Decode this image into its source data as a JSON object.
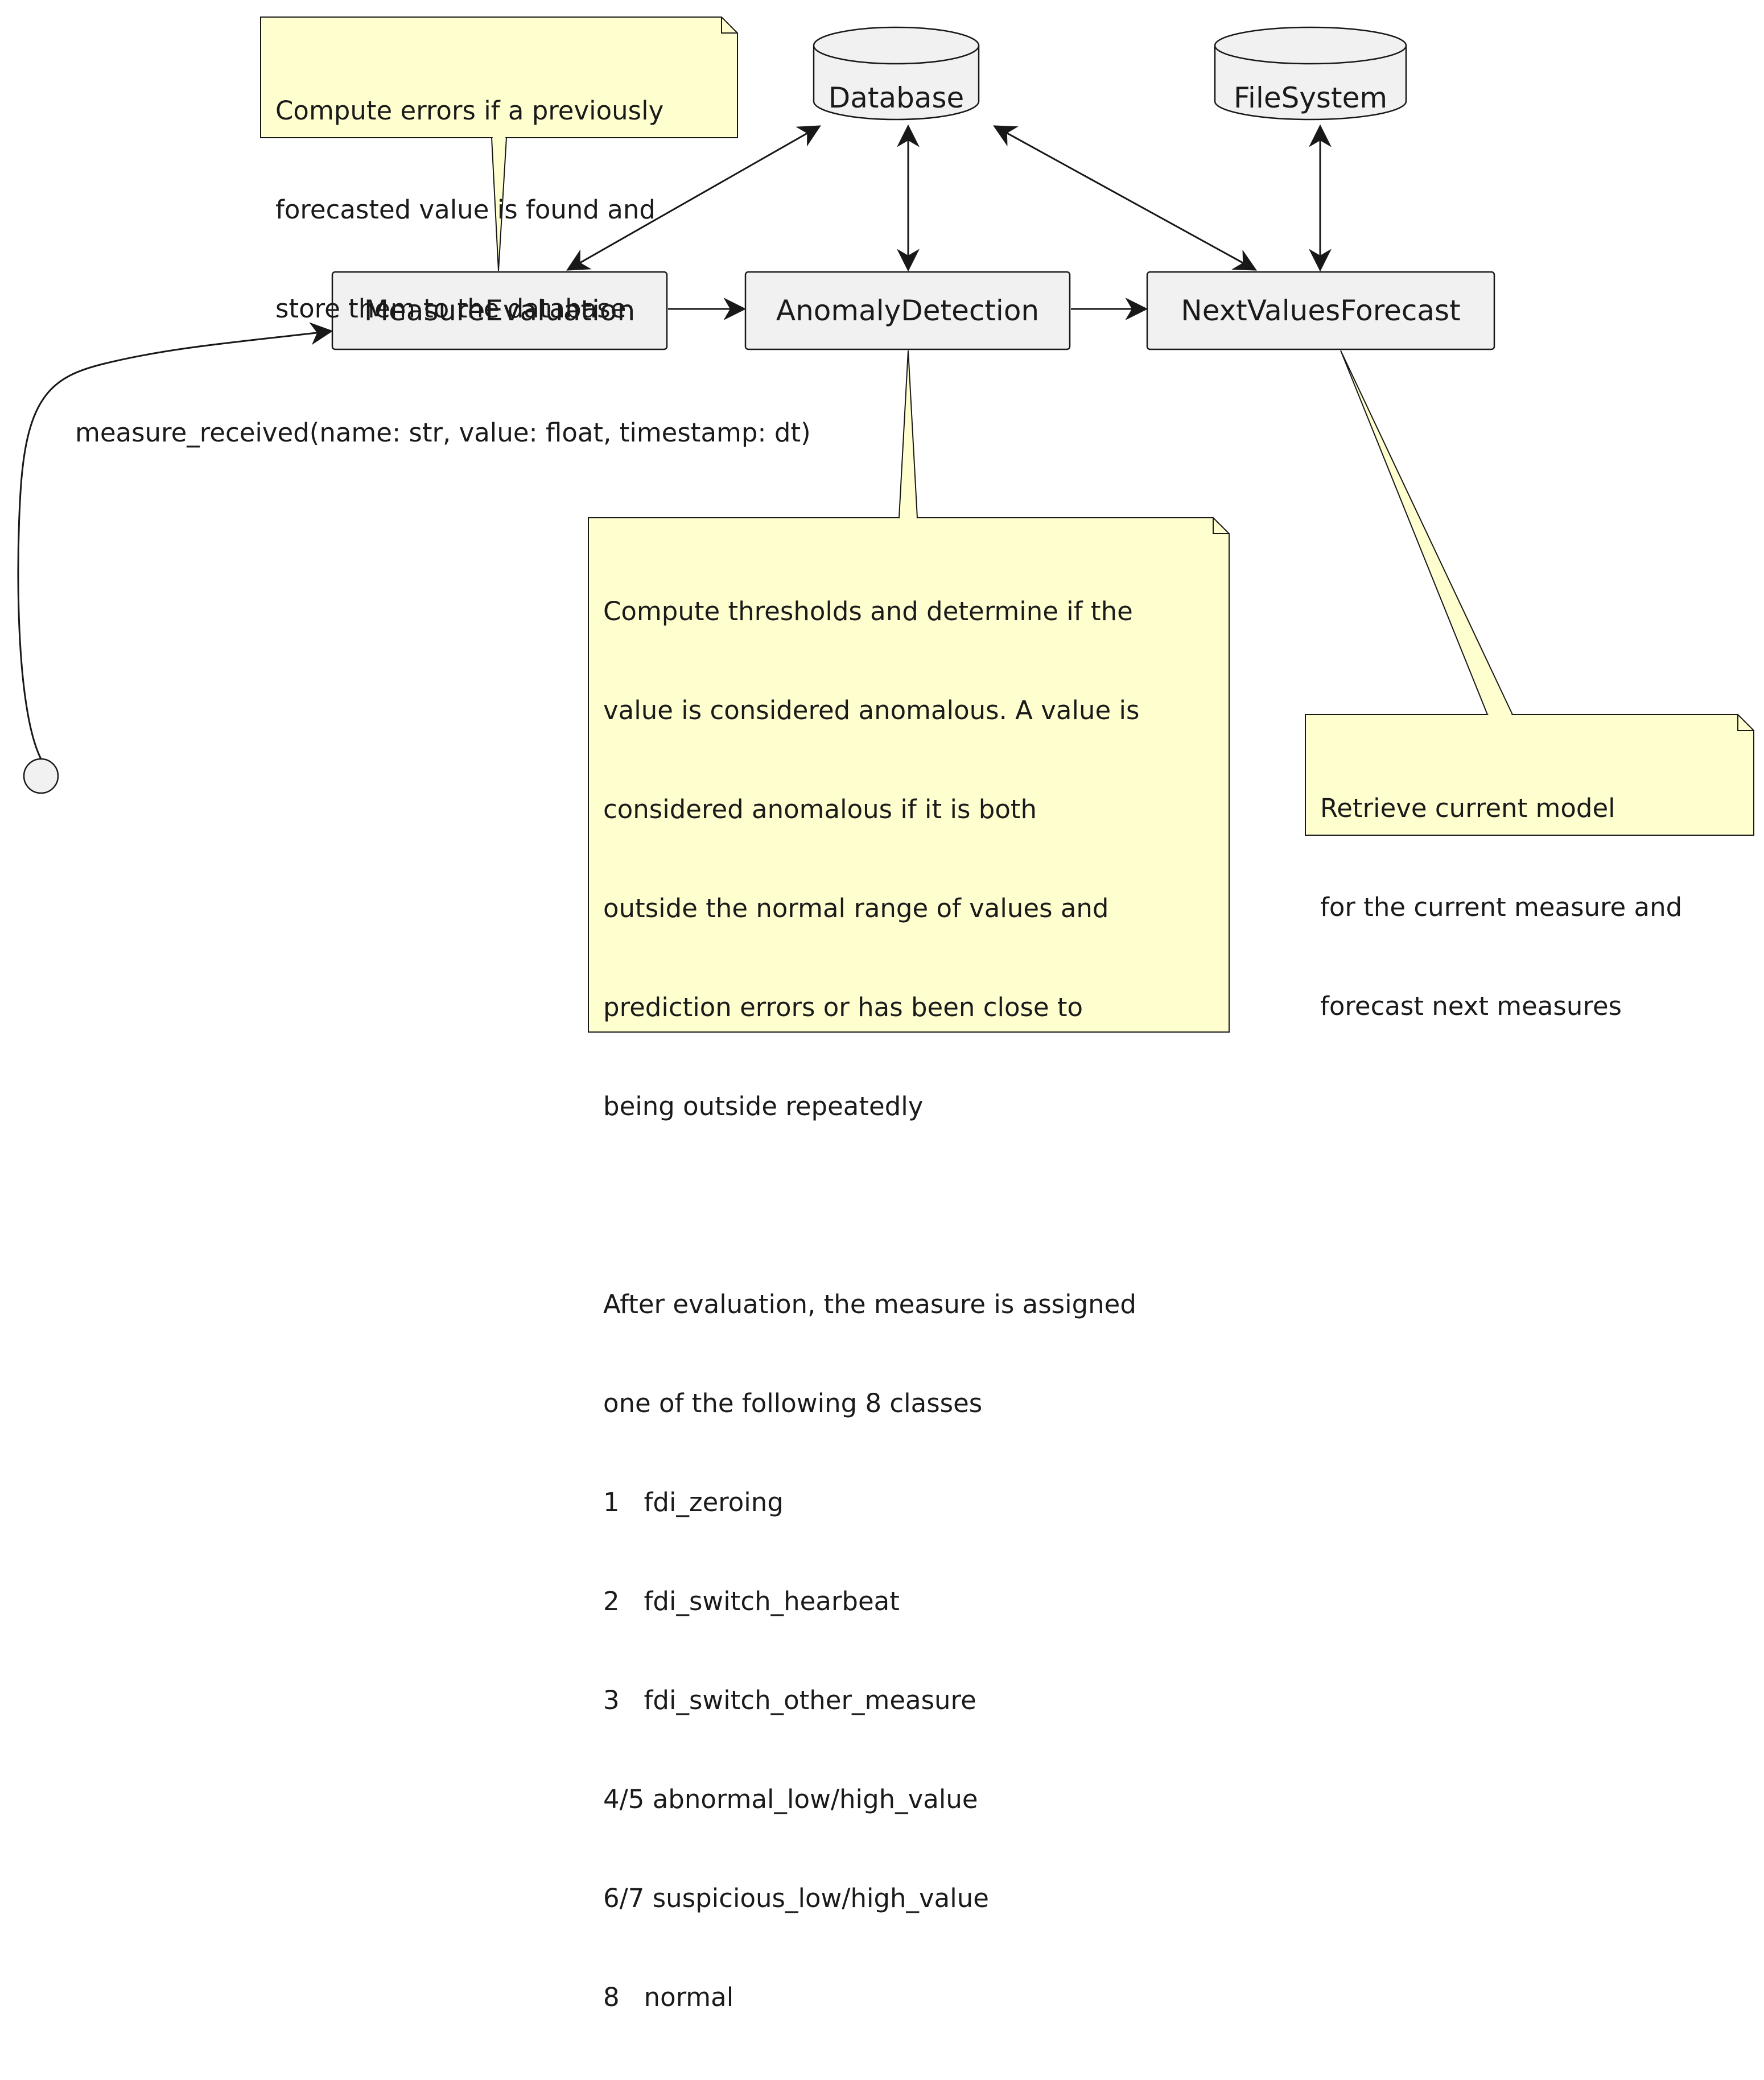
{
  "nodes": {
    "database": "Database",
    "filesystem": "FileSystem",
    "measure_evaluation": "MeasureEvaluation",
    "anomaly_detection": "AnomalyDetection",
    "next_values_forecast": "NextValuesForecast"
  },
  "edge_label": "measure_received(name: str, value: float, timestamp: dt)",
  "notes": {
    "measure_evaluation": [
      "Compute errors if a previously",
      "forecasted value is found and",
      "store them to the database"
    ],
    "anomaly_detection": [
      "Compute thresholds and determine if the",
      "value is considered anomalous. A value is",
      "considered anomalous if it is both",
      "outside the normal range of values and",
      "prediction errors or has been close to",
      "being outside repeatedly",
      "",
      "After evaluation, the measure is assigned",
      "one of the following 8 classes",
      "1   fdi_zeroing",
      "2   fdi_switch_hearbeat",
      "3   fdi_switch_other_measure",
      "4/5 abnormal_low/high_value",
      "6/7 suspicious_low/high_value",
      "8   normal"
    ],
    "next_values_forecast": [
      "Retrieve current model",
      "for the current measure and",
      "forecast next measures"
    ]
  },
  "colors": {
    "node_fill": "#f1f1f1",
    "node_stroke": "#181818",
    "note_fill": "#fefece",
    "note_stroke": "#181818",
    "edge": "#181818"
  }
}
